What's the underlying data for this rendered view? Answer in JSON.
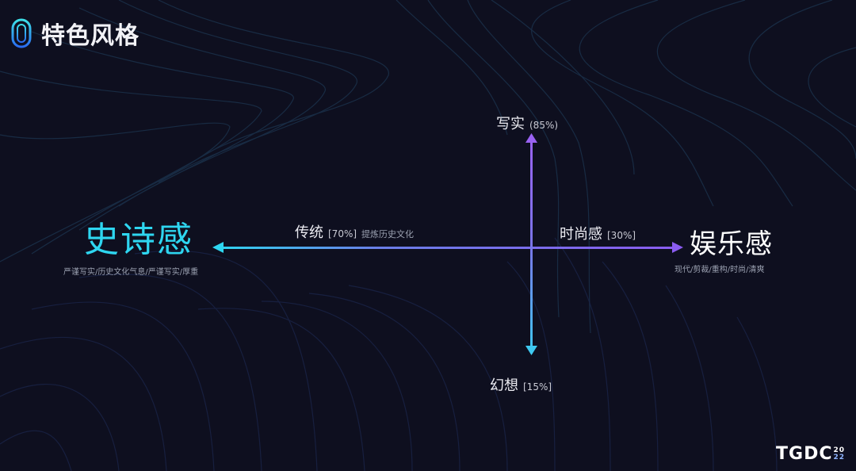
{
  "header": {
    "title": "特色风格"
  },
  "axes": {
    "horizontal": {
      "left_pole": {
        "label": "史诗感",
        "subtitle": "严谨写实/历史文化气息/严谨写实/厚重",
        "color": "#2ed6f0"
      },
      "right_pole": {
        "label": "娱乐感",
        "subtitle": "现代/剪裁/重构/时尚/清爽",
        "color": "#ffffff"
      },
      "left_marker": {
        "label": "传统",
        "percent": "[70%]",
        "note": "提炼历史文化"
      },
      "right_marker": {
        "label": "时尚感",
        "percent": "[30%]"
      },
      "gradient": [
        "#2ed6f0",
        "#8a5cf0"
      ]
    },
    "vertical": {
      "top_marker": {
        "label": "写实",
        "percent": "(85%)"
      },
      "bottom_marker": {
        "label": "幻想",
        "percent": "[15%]"
      },
      "gradient": [
        "#9a62f2",
        "#3ec8f0"
      ]
    }
  },
  "chart_data": {
    "type": "table",
    "title": "特色风格",
    "axes": [
      {
        "name": "horizontal",
        "poles": [
          "史诗感",
          "娱乐感"
        ],
        "values": [
          {
            "label": "传统",
            "value": 70
          },
          {
            "label": "时尚感",
            "value": 30
          }
        ]
      },
      {
        "name": "vertical",
        "poles": [
          "写实",
          "幻想"
        ],
        "values": [
          {
            "label": "写实",
            "value": 85
          },
          {
            "label": "幻想",
            "value": 15
          }
        ]
      }
    ]
  },
  "footer": {
    "logo": "TGDC",
    "year_top": "20",
    "year_bottom": "22"
  }
}
